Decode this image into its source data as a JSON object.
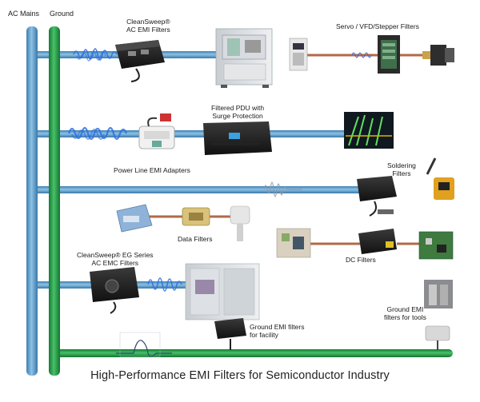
{
  "rails": {
    "ac_mains": "AC Mains",
    "ground": "Ground"
  },
  "labels": {
    "cleansweep_ac": [
      "CleanSweep®",
      "AC EMI Filters"
    ],
    "servo": "Servo / VFD/Stepper Filters",
    "filtered_pdu": [
      "Filtered PDU with",
      "Surge Protection"
    ],
    "power_line": "Power Line EMI Adapters",
    "soldering": [
      "Soldering",
      "Filters"
    ],
    "data_filters": "Data Filters",
    "dc_filters": "DC Filters",
    "cleansweep_eg": [
      "CleanSweep® EG Series",
      "AC EMC Filters"
    ],
    "ground_facility": [
      "Ground EMI filters",
      "for facility"
    ],
    "ground_tools": [
      "Ground EMI",
      "filters for tools"
    ]
  },
  "caption": "High-Performance EMI Filters for Semiconductor Industry",
  "colors": {
    "ac_pipe": "#5a98c8",
    "ground_pipe": "#22a04a",
    "wire": "#b06a4a",
    "emi_noise": "#2f6fe0"
  }
}
